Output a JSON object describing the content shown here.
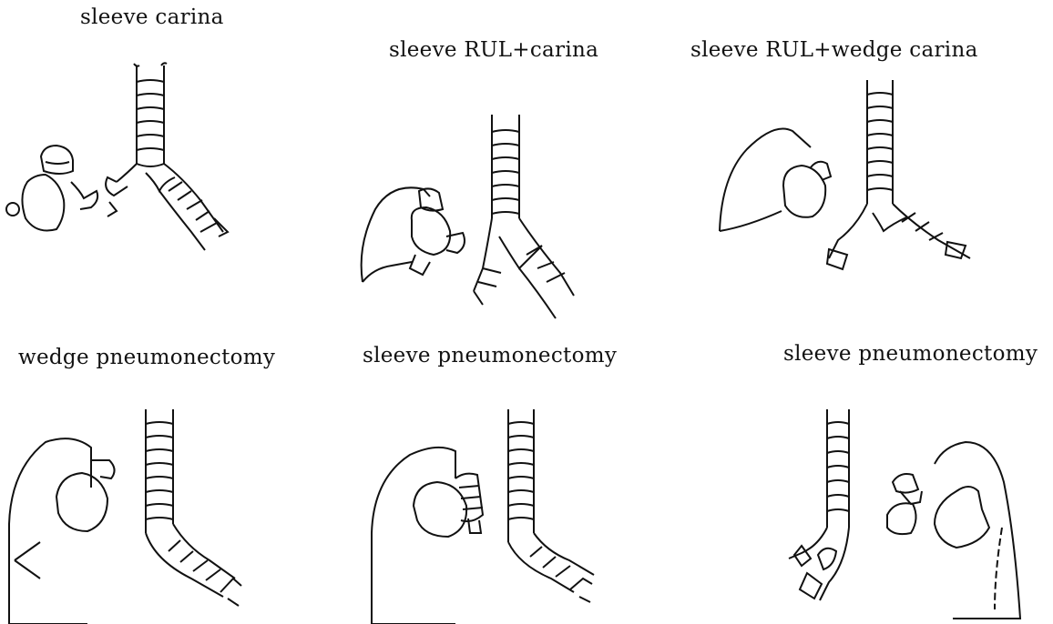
{
  "panels": [
    {
      "title": "sleeve carina"
    },
    {
      "title": "sleeve RUL+carina"
    },
    {
      "title": "sleeve RUL+wedge carina"
    },
    {
      "title": "wedge pneumonectomy"
    },
    {
      "title": "sleeve pneumonectomy"
    },
    {
      "title": "sleeve pneumonectomy"
    }
  ],
  "colors": {
    "ink": "#111111",
    "background": "#ffffff"
  }
}
